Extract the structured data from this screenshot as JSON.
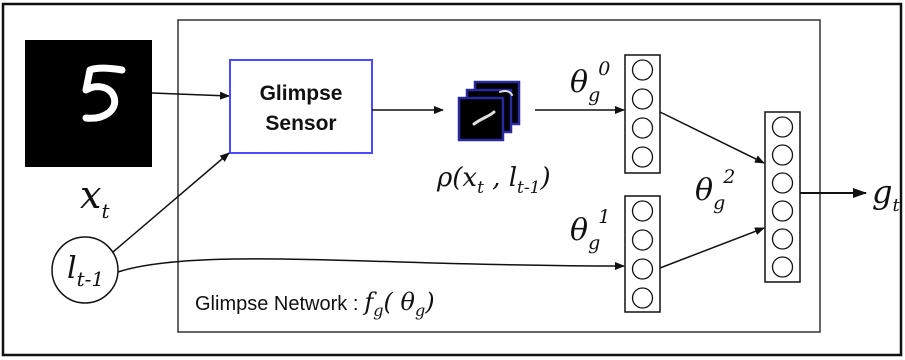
{
  "input": {
    "symbol": "x",
    "subscript": "t"
  },
  "location": {
    "symbol": "l",
    "subscript": "t-1"
  },
  "sensor": {
    "line1": "Glimpse",
    "line2": "Sensor"
  },
  "glimpse_rep": {
    "prefix": "ρ(x",
    "sub1": "t",
    "mid": " , l",
    "sub2": "t-1",
    "suffix": ")"
  },
  "theta0": {
    "symbol": "θ",
    "subscript": "g",
    "superscript": "0"
  },
  "theta1": {
    "symbol": "θ",
    "subscript": "g",
    "superscript": "1"
  },
  "theta2": {
    "symbol": "θ",
    "subscript": "g",
    "superscript": "2"
  },
  "output": {
    "symbol": "g",
    "subscript": "t"
  },
  "network_label": {
    "text": "Glimpse Network :",
    "f": "f",
    "f_sub": "g",
    "arg_open": "( θ",
    "arg_sub": "g",
    "arg_close": ")"
  },
  "colors": {
    "sensor_border": "#4a4aff",
    "line": "#111111",
    "image_bg": "#000000",
    "digit": "#ffffff"
  },
  "layer_units": {
    "theta0": 4,
    "theta1": 4,
    "theta2": 6
  }
}
